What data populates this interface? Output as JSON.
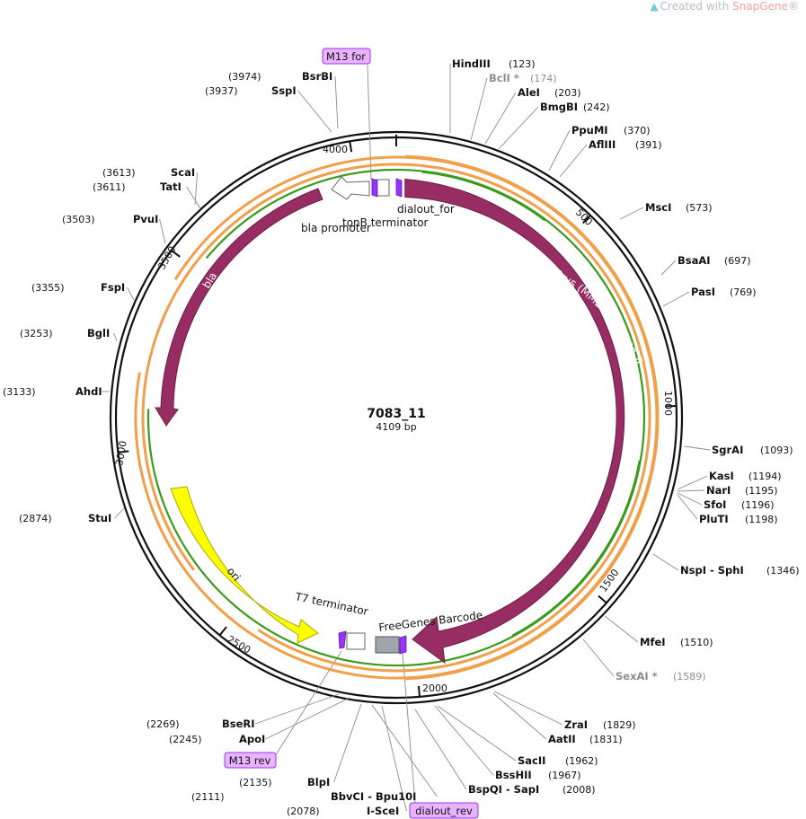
{
  "watermark": {
    "prefix": "Created with ",
    "brand": "SnapGene",
    "mark": "®"
  },
  "map": {
    "name": "7083_11",
    "length_label": "4109 bp",
    "length": 4109
  },
  "ticks": [
    "500",
    "1000",
    "1500",
    "2000",
    "2500",
    "3000",
    "3500",
    "4000"
  ],
  "enzymes": [
    {
      "name": "HindIII",
      "pos": "(123)",
      "grey": false
    },
    {
      "name": "BclI *",
      "pos": "(174)",
      "grey": true
    },
    {
      "name": "AleI",
      "pos": "(203)",
      "grey": false
    },
    {
      "name": "BmgBI",
      "pos": "(242)",
      "grey": false
    },
    {
      "name": "PpuMI",
      "pos": "(370)",
      "grey": false
    },
    {
      "name": "AflIII",
      "pos": "(391)",
      "grey": false
    },
    {
      "name": "MscI",
      "pos": "(573)",
      "grey": false
    },
    {
      "name": "BsaAI",
      "pos": "(697)",
      "grey": false
    },
    {
      "name": "PasI",
      "pos": "(769)",
      "grey": false
    },
    {
      "name": "SgrAI",
      "pos": "(1093)",
      "grey": false
    },
    {
      "name": "KasI",
      "pos": "(1194)",
      "grey": false
    },
    {
      "name": "NarI",
      "pos": "(1195)",
      "grey": false
    },
    {
      "name": "SfoI",
      "pos": "(1196)",
      "grey": false
    },
    {
      "name": "PluTI",
      "pos": "(1198)",
      "grey": false
    },
    {
      "name": "NspI  -  SphI",
      "pos": "(1346)",
      "grey": false
    },
    {
      "name": "MfeI",
      "pos": "(1510)",
      "grey": false
    },
    {
      "name": "SexAI *",
      "pos": "(1589)",
      "grey": true
    },
    {
      "name": "ZraI",
      "pos": "(1829)",
      "grey": false
    },
    {
      "name": "AatII",
      "pos": "(1831)",
      "grey": false
    },
    {
      "name": "SacII",
      "pos": "(1962)",
      "grey": false
    },
    {
      "name": "BssHII",
      "pos": "(1967)",
      "grey": false
    },
    {
      "name": "BspQI  -  SapI",
      "pos": "(2008)",
      "grey": false
    },
    {
      "name": "BseRI",
      "pos": "(2269)",
      "grey": false
    },
    {
      "name": "ApoI",
      "pos": "(2245)",
      "grey": false
    },
    {
      "name": "BlpI",
      "pos": "(2135)",
      "grey": false
    },
    {
      "name": "BbvCI  -  Bpu10I",
      "pos": "(2111)",
      "grey": false
    },
    {
      "name": "I-SceI",
      "pos": "(2078)",
      "grey": false
    },
    {
      "name": "StuI",
      "pos": "(2874)",
      "grey": false
    },
    {
      "name": "AhdI",
      "pos": "(3133)",
      "grey": false
    },
    {
      "name": "BglI",
      "pos": "(3253)",
      "grey": false
    },
    {
      "name": "FspI",
      "pos": "(3355)",
      "grey": false
    },
    {
      "name": "PvuI",
      "pos": "(3503)",
      "grey": false
    },
    {
      "name": "ScaI",
      "pos": "(3613)",
      "grey": false
    },
    {
      "name": "TatI",
      "pos": "(3611)",
      "grey": false
    },
    {
      "name": "SspI",
      "pos": "(3937)",
      "grey": false
    },
    {
      "name": "BsrBI",
      "pos": "(3974)",
      "grey": false
    }
  ],
  "primers": [
    "M13 for",
    "M13 rev",
    "dialout_rev"
  ],
  "features": {
    "mmlv": "Moloney Murine Leukemia Virus (MMLV) Reverse Tr",
    "bla": "bla",
    "ori": "ori",
    "bla_promoter": "bla promoter",
    "tonb": "tonB terminator",
    "dialout_for": "dialout_for",
    "t7": "T7 terminator",
    "barcode": "FreeGenes Barcode"
  },
  "colors": {
    "cds": "#982d63",
    "ori": "#ffff00",
    "primer_fill": "#9933ff",
    "primer_label_bg": "#e8b3ff",
    "orange_arc": "#f0a04a",
    "green_arc": "#3a9a1c",
    "barcode": "#9fa5ab"
  }
}
